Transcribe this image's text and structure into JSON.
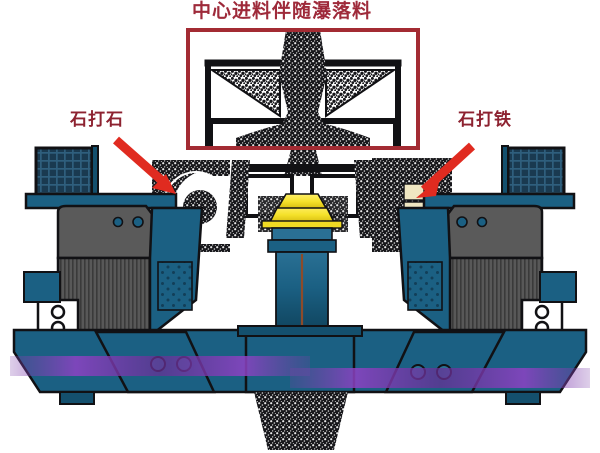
{
  "diagram": {
    "kind": "vsi-crusher-cross-section",
    "title": "中心进料伴随瀑落料",
    "labels": {
      "left": "石打石",
      "right": "石打铁"
    },
    "callouts": [
      {
        "name": "rock-on-rock",
        "text": "石打石",
        "arrow": "points-down-right"
      },
      {
        "name": "rock-on-iron",
        "text": "石打铁",
        "arrow": "points-down-left"
      }
    ],
    "highlight_box": {
      "name": "feed-hopper-highlight",
      "color": "#a32b33"
    },
    "colors": {
      "title": "#9e2a3a",
      "label": "#8d2230",
      "arrow": "#e02b20",
      "box": "#a32b33",
      "body_blue": "#1b6083",
      "body_blue_dark": "#14506e",
      "body_blue_light": "#2a7094",
      "panel_gray": "#5a5a5a",
      "panel_gray_dark": "#4a4a4a",
      "outline": "#101014",
      "material": "#16161a",
      "anvil_cream": "#efe6c2",
      "distributor_yellow": "#f5e12a",
      "discharge_purple": "#7b3fa8",
      "grid_dark": "#1a3a50",
      "background": "#ffffff"
    }
  }
}
